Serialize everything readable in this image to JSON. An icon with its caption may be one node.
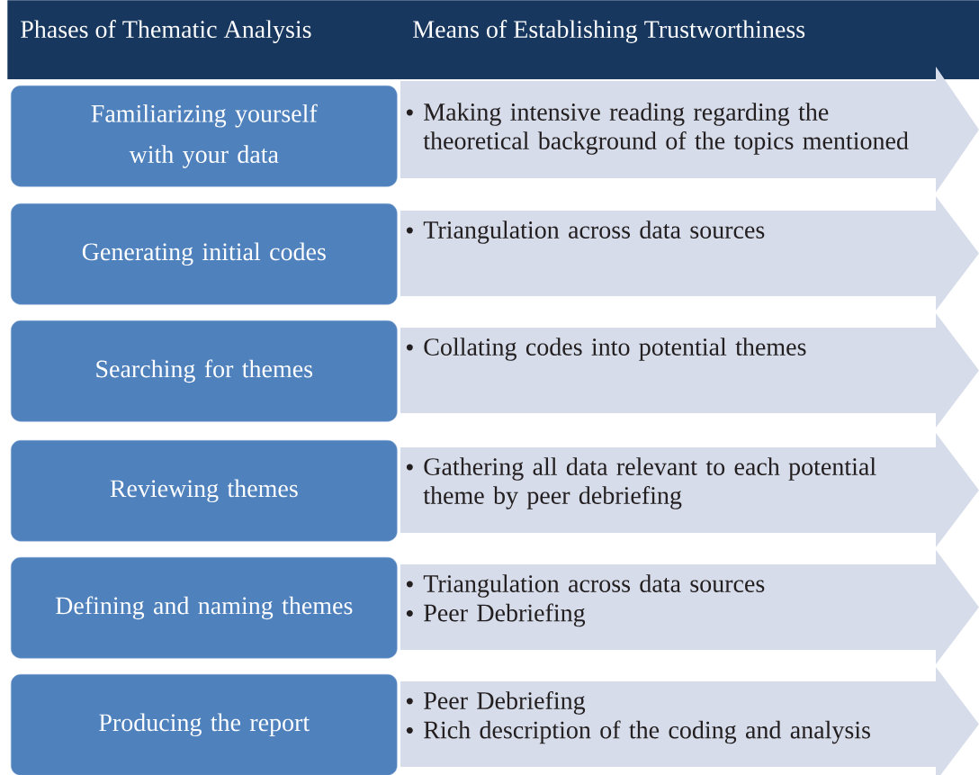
{
  "diagram": {
    "nodes": [
      {
        "text": [
          "Phases of Thematic Analysis",
          "Means of Establishing Trustworthiness"
        ]
      },
      {
        "text": [
          "Familiarizing yourself with your data"
        ]
      },
      {
        "text": [
          "Making intensive reading regarding the theoretical background of the topics mentioned"
        ]
      },
      {
        "text": [
          "Generating initial codes"
        ]
      },
      {
        "text": [
          "Triangulation across data sources"
        ]
      },
      {
        "text": [
          "Searching for themes"
        ]
      },
      {
        "text": [
          "Collating codes into potential themes"
        ]
      },
      {
        "text": [
          "Reviewing themes"
        ]
      },
      {
        "text": [
          "Gathering all data relevant to each potential theme by peer debriefing"
        ]
      },
      {
        "text": [
          "Defining and naming themes"
        ]
      },
      {
        "text": [
          "Triangulation across data sources",
          "Peer Debriefing"
        ]
      },
      {
        "text": [
          "Producing the report"
        ]
      },
      {
        "text": [
          "Peer Debriefing",
          "Rich description of the coding and analysis"
        ]
      }
    ]
  }
}
